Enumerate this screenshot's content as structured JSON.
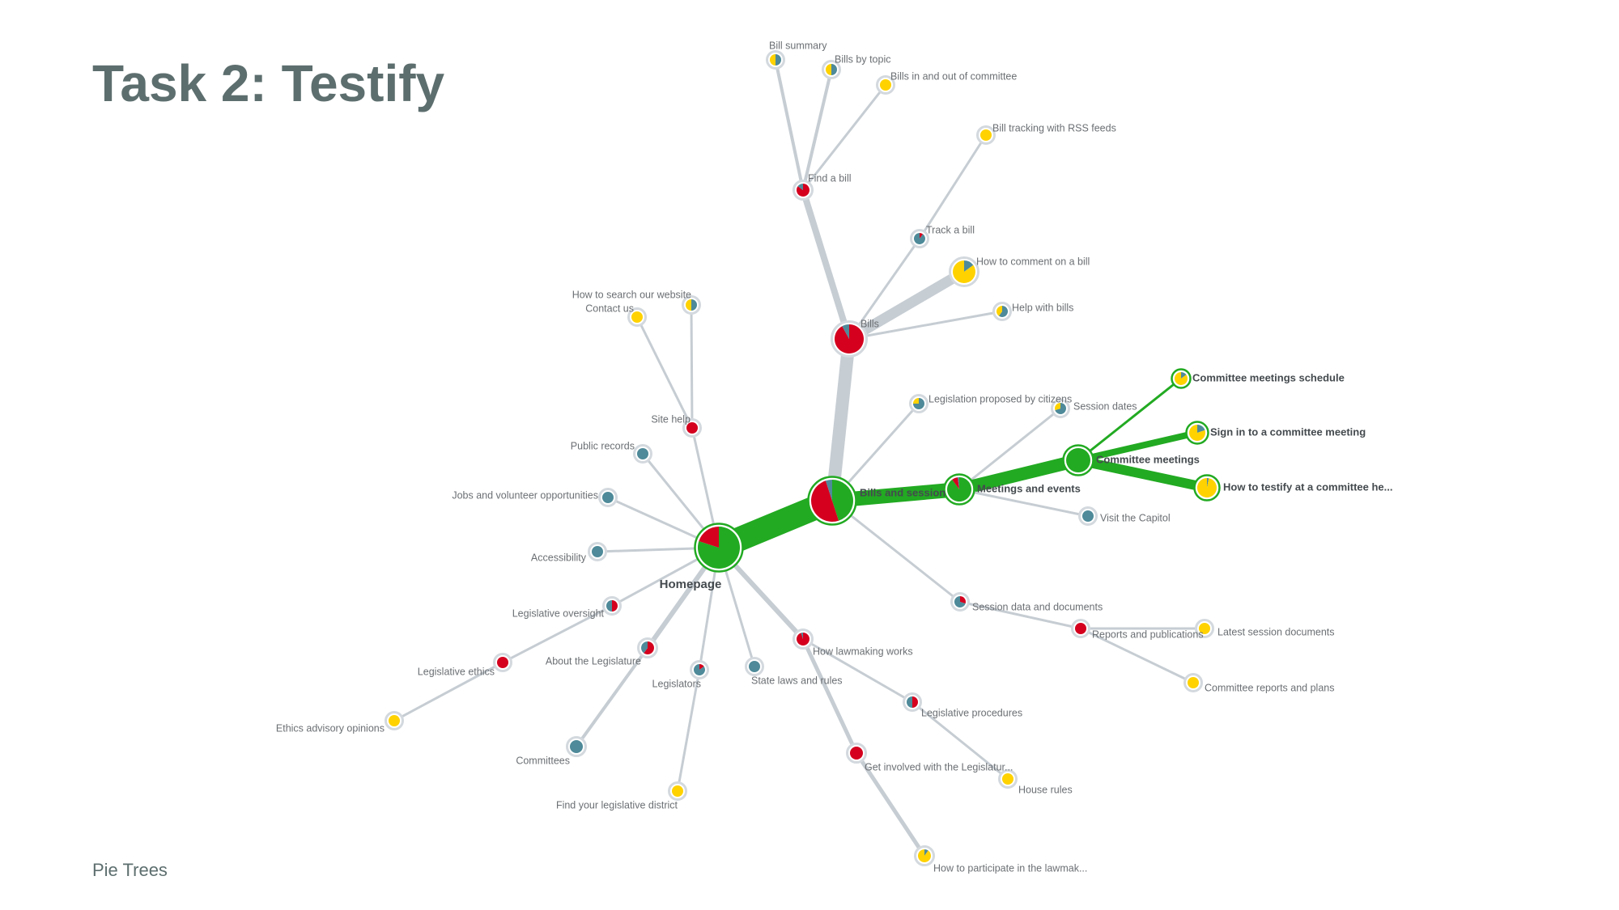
{
  "page": {
    "title": "Task 2: Testify",
    "footer": "Pie Trees"
  },
  "colors": {
    "success": "#22aa22",
    "fail": "#d4001e",
    "nav_away": "#4e8a99",
    "skip": "#ffd200",
    "edge": "#c6cdd3",
    "highlight": "#22aa22"
  },
  "chart_data": {
    "type": "tree",
    "nodes": [
      {
        "id": "homepage",
        "label": "Homepage",
        "parent": null,
        "highlight": true,
        "pie": {
          "success": 0.8,
          "fail": 0.2
        }
      },
      {
        "id": "bills_session",
        "label": "Bills and session",
        "parent": "homepage",
        "highlight": true,
        "pie": {
          "success": 0.45,
          "fail": 0.5,
          "nav_away": 0.05
        }
      },
      {
        "id": "bills",
        "label": "Bills",
        "parent": "bills_session",
        "pie": {
          "fail": 0.92,
          "nav_away": 0.08
        }
      },
      {
        "id": "find_bill",
        "label": "Find a bill",
        "parent": "bills",
        "pie": {
          "fail": 0.85,
          "nav_away": 0.15
        }
      },
      {
        "id": "bill_summary",
        "label": "Bill summary",
        "parent": "find_bill",
        "pie": {
          "skip": 0.5,
          "nav_away": 0.5
        }
      },
      {
        "id": "bills_topic",
        "label": "Bills by topic",
        "parent": "find_bill",
        "pie": {
          "skip": 0.5,
          "nav_away": 0.5
        }
      },
      {
        "id": "bills_inout",
        "label": "Bills in and out of committee",
        "parent": "find_bill",
        "pie": {
          "skip": 1
        }
      },
      {
        "id": "track_bill",
        "label": "Track a bill",
        "parent": "bills",
        "pie": {
          "nav_away": 0.9,
          "fail": 0.1
        }
      },
      {
        "id": "rss",
        "label": "Bill tracking with RSS feeds",
        "parent": "track_bill",
        "pie": {
          "skip": 1
        }
      },
      {
        "id": "comment_bill",
        "label": "How to comment on a bill",
        "parent": "bills",
        "pie": {
          "skip": 0.85,
          "nav_away": 0.15
        }
      },
      {
        "id": "help_bills",
        "label": "Help with bills",
        "parent": "bills",
        "pie": {
          "nav_away": 0.6,
          "skip": 0.4
        }
      },
      {
        "id": "leg_proposed",
        "label": "Legislation proposed by citizens",
        "parent": "bills_session",
        "pie": {
          "nav_away": 0.75,
          "skip": 0.25
        }
      },
      {
        "id": "meetings",
        "label": "Meetings and events",
        "parent": "bills_session",
        "highlight": true,
        "pie": {
          "success": 0.9,
          "fail": 0.08,
          "nav_away": 0.02
        }
      },
      {
        "id": "session_dates",
        "label": "Session dates",
        "parent": "meetings",
        "pie": {
          "nav_away": 0.7,
          "skip": 0.3
        }
      },
      {
        "id": "committee_meetings",
        "label": "Committee meetings",
        "parent": "meetings",
        "highlight": true,
        "pie": {
          "success": 1
        }
      },
      {
        "id": "schedule",
        "label": "Committee meetings schedule",
        "parent": "committee_meetings",
        "highlight": true,
        "pie": {
          "skip": 0.85,
          "nav_away": 0.15
        }
      },
      {
        "id": "sign_in",
        "label": "Sign in to a committee meeting",
        "parent": "committee_meetings",
        "highlight": true,
        "pie": {
          "skip": 0.8,
          "nav_away": 0.2
        }
      },
      {
        "id": "testify",
        "label": "How to testify at a committee he...",
        "parent": "committee_meetings",
        "highlight": true,
        "pie": {
          "skip": 0.97,
          "nav_away": 0.03
        }
      },
      {
        "id": "visit",
        "label": "Visit the Capitol",
        "parent": "meetings",
        "pie": {
          "nav_away": 1
        }
      },
      {
        "id": "session_data",
        "label": "Session data and documents",
        "parent": "bills_session",
        "pie": {
          "nav_away": 0.7,
          "fail": 0.3
        }
      },
      {
        "id": "reports",
        "label": "Reports and publications",
        "parent": "session_data",
        "pie": {
          "fail": 1
        }
      },
      {
        "id": "latest_docs",
        "label": "Latest session documents",
        "parent": "reports",
        "pie": {
          "skip": 1
        }
      },
      {
        "id": "committee_reports",
        "label": "Committee reports and plans",
        "parent": "reports",
        "pie": {
          "skip": 1
        }
      },
      {
        "id": "lawmaking",
        "label": "How lawmaking works",
        "parent": "homepage",
        "pie": {
          "fail": 0.95,
          "nav_away": 0.05
        }
      },
      {
        "id": "procedures",
        "label": "Legislative procedures",
        "parent": "lawmaking",
        "pie": {
          "nav_away": 0.5,
          "fail": 0.5
        }
      },
      {
        "id": "house_rules",
        "label": "House rules",
        "parent": "procedures",
        "pie": {
          "skip": 1
        }
      },
      {
        "id": "get_involved",
        "label": "Get involved with the Legislatur...",
        "parent": "lawmaking",
        "pie": {
          "fail": 1
        }
      },
      {
        "id": "participate",
        "label": "How to participate in the lawmak...",
        "parent": "get_involved",
        "pie": {
          "skip": 0.9,
          "nav_away": 0.1
        }
      },
      {
        "id": "state_laws",
        "label": "State laws and rules",
        "parent": "homepage",
        "pie": {
          "nav_away": 1
        }
      },
      {
        "id": "legislators",
        "label": "Legislators",
        "parent": "homepage",
        "pie": {
          "nav_away": 0.85,
          "fail": 0.15
        }
      },
      {
        "id": "district",
        "label": "Find your legislative district",
        "parent": "legislators",
        "pie": {
          "skip": 1
        }
      },
      {
        "id": "about",
        "label": "About the Legislature",
        "parent": "homepage",
        "pie": {
          "nav_away": 0.4,
          "fail": 0.6
        }
      },
      {
        "id": "committees",
        "label": "Committees",
        "parent": "about",
        "pie": {
          "nav_away": 1
        }
      },
      {
        "id": "oversight",
        "label": "Legislative oversight",
        "parent": "homepage",
        "pie": {
          "nav_away": 0.5,
          "fail": 0.5
        }
      },
      {
        "id": "ethics",
        "label": "Legislative ethics",
        "parent": "oversight",
        "pie": {
          "fail": 1
        }
      },
      {
        "id": "ethics_opinions",
        "label": "Ethics advisory opinions",
        "parent": "ethics",
        "pie": {
          "skip": 1
        }
      },
      {
        "id": "accessibility",
        "label": "Accessibility",
        "parent": "homepage",
        "pie": {
          "nav_away": 1
        }
      },
      {
        "id": "jobs",
        "label": "Jobs and volunteer opportunities",
        "parent": "homepage",
        "pie": {
          "nav_away": 1
        }
      },
      {
        "id": "public_records",
        "label": "Public records",
        "parent": "homepage",
        "pie": {
          "nav_away": 1
        }
      },
      {
        "id": "site_help",
        "label": "Site help",
        "parent": "homepage",
        "pie": {
          "fail": 1
        }
      },
      {
        "id": "search_help",
        "label": "How to search our website",
        "parent": "site_help",
        "pie": {
          "skip": 0.5,
          "nav_away": 0.5
        }
      },
      {
        "id": "contact",
        "label": "Contact us",
        "parent": "site_help",
        "pie": {
          "skip": 1
        }
      }
    ]
  }
}
